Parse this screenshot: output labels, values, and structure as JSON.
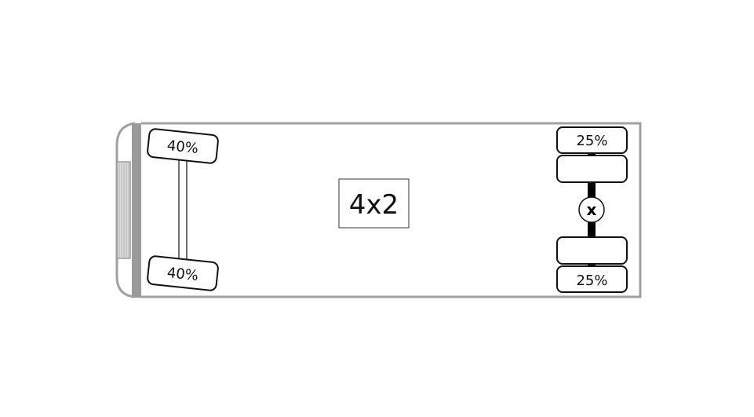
{
  "configuration": "4x2",
  "front_axle": {
    "tires": [
      {
        "label": "40%"
      },
      {
        "label": "40%"
      }
    ]
  },
  "rear_axle": {
    "tires": [
      {
        "label": "25%"
      },
      {
        "label": ""
      },
      {
        "label": ""
      },
      {
        "label": "25%"
      }
    ],
    "differential_label": "x"
  }
}
